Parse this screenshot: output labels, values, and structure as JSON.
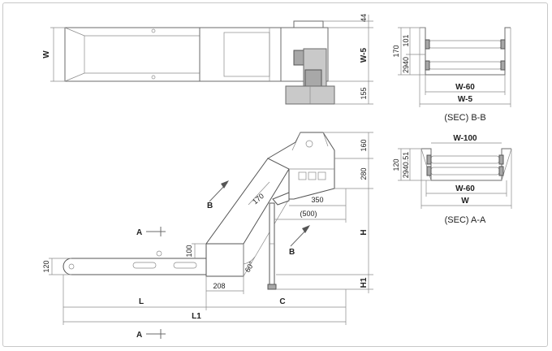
{
  "top_view": {
    "width_label": "W",
    "dim_44": "44",
    "dim_w5": "W-5",
    "dim_155": "155"
  },
  "section_bb": {
    "dim_101": "101",
    "dim_170": "170",
    "dim_2940": "2940",
    "dim_w60": "W-60",
    "dim_w5": "W-5",
    "title": "(SEC) B-B"
  },
  "section_aa": {
    "dim_w100": "W-100",
    "dim_120": "120",
    "dim_294051": "2940.51",
    "dim_w60": "W-60",
    "dim_w": "W",
    "title": "(SEC) A-A"
  },
  "side_view": {
    "dim_160": "160",
    "dim_280": "280",
    "dim_350": "350",
    "dim_500": "(500)",
    "dim_170": "170",
    "dim_H": "H",
    "dim_H1": "H1",
    "dim_100": "100",
    "dim_120": "120",
    "dim_208": "208",
    "dim_60deg": "60°",
    "dim_L": "L",
    "dim_C": "C",
    "dim_L1": "L1",
    "marker_A": "A",
    "marker_B": "B"
  },
  "colors": {
    "line": "#6b6b6b",
    "shade": "#c9c9c9",
    "frame": "#c8c8c8"
  }
}
